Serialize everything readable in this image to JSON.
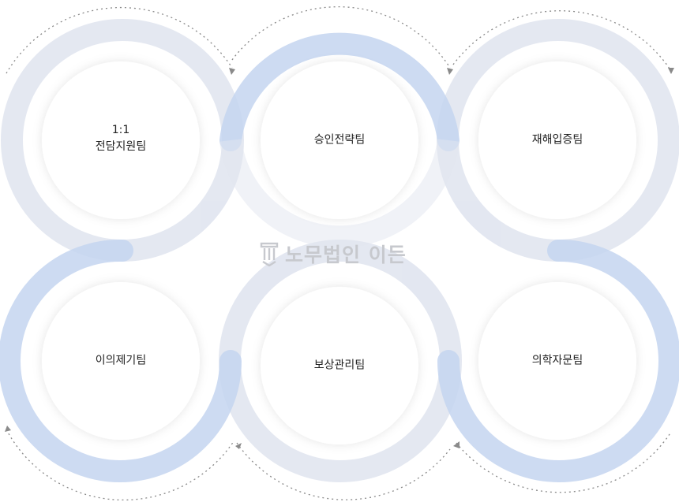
{
  "teams": [
    {
      "line1": "1:1",
      "line2": "전담지원팀"
    },
    {
      "line1": "",
      "line2": "승인전략팀"
    },
    {
      "line1": "",
      "line2": "재해입증팀"
    },
    {
      "line1": "",
      "line2": "이의제기팀"
    },
    {
      "line1": "",
      "line2": "보상관리팀"
    },
    {
      "line1": "",
      "line2": "의학자문팀"
    }
  ],
  "brand": {
    "name": "노무법인 이든",
    "icon": "pillar-logo-icon"
  },
  "colors": {
    "ring_blue": "#c4d5f0",
    "ring_gray": "#e1e5f0",
    "text": "#222222",
    "brand": "#c7c9ce",
    "arrow": "#8a8a8a"
  }
}
